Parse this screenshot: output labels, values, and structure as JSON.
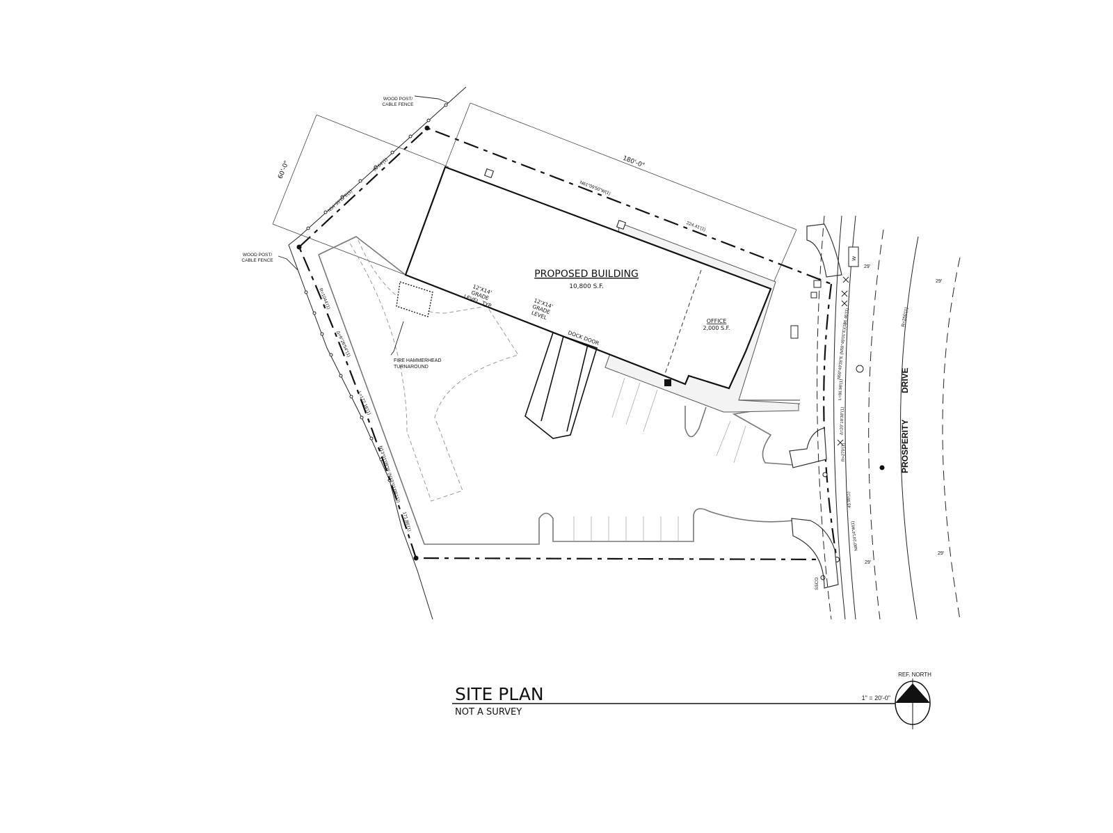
{
  "drawing": {
    "title": "SITE PLAN",
    "subtitle": "NOT A SURVEY",
    "scale": "1\" = 20'-0\"",
    "north_label": "REF. NORTH"
  },
  "building": {
    "title": "PROPOSED BUILDING",
    "area": "10,800 S.F.",
    "office_title": "OFFICE",
    "office_area": "2,000 S.F.",
    "door1": [
      "12'X14'",
      "GRADE",
      "LEVEL, TYP."
    ],
    "door2": [
      "12'X14'",
      "GRADE",
      "LEVEL"
    ],
    "dock_door": "DOCK DOOR"
  },
  "notes": {
    "fence_top": [
      "WOOD POST/",
      "CABLE FENCE"
    ],
    "fence_left": [
      "WOOD POST/",
      "CABLE FENCE"
    ],
    "hammerhead": [
      "FIRE HAMMERHEAD",
      "TURNAROUND"
    ],
    "sanitary": "SSCO"
  },
  "dimensions": {
    "depth": "60'-0\"",
    "length": "180'-0\""
  },
  "bearings": {
    "northwest_bearing": "N54°35'12\"E(1)",
    "northwest_length": "90.64'(1)",
    "north_bearing": "N61°09'50\"W(1)",
    "north_length": "224.41'(1)",
    "west_radius": "R=1044'(1)",
    "west_delta": "Δ=9°26'54\"(1)",
    "west_arc": "L=172.16'(1)",
    "west_bearing": "N13°01'09\"W (N13°01'09\"(1))",
    "west_length": "171.86'(1)",
    "east_length_1": "86.46'(1)",
    "east_bearing_1": "N59°49'28\"E (N59°49'01\"E)(1)",
    "east_arc": "L=86.98'(1)",
    "east_delta": "Δ=20°19'38\"(1)",
    "east_radius": "R=279'(1)",
    "east_length_2": "43.99'(1)",
    "east_bearing_2": "N80°24'14\"W(1)"
  },
  "road": {
    "name_1": "PROSPERITY",
    "name_2": "DRIVE",
    "radius": "R=250'(1)",
    "width_labels": [
      "29'",
      "29'",
      "29'",
      "29'"
    ],
    "water_label": "W"
  }
}
